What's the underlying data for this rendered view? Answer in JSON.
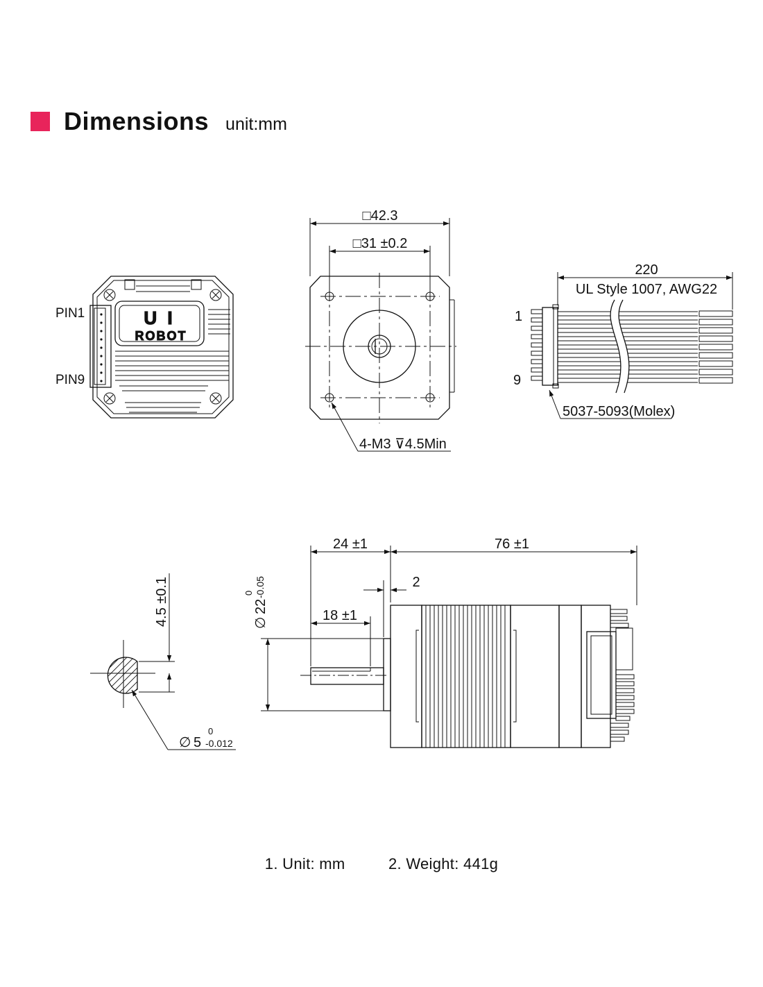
{
  "header": {
    "title": "Dimensions",
    "unit": "unit:mm",
    "accent_color": "#e8245b"
  },
  "drawing": {
    "module_view": {
      "pin_top": "PIN1",
      "pin_bottom": "PIN9",
      "logo_line1": "U I",
      "logo_line2": "ROBOT"
    },
    "front_view": {
      "outer_square": "□42.3",
      "hole_spacing": "□31 ±0.2",
      "mounting_holes": "4-M3 ⊽4.5Min"
    },
    "cable_view": {
      "length": "220",
      "cable_spec": "UL Style 1007, AWG22",
      "pin_first": "1",
      "pin_last": "9",
      "connector": "5037-5093(Molex)"
    },
    "shaft_section": {
      "flat_depth": "4.5 ±0.1",
      "diameter_symbol": "∅",
      "diameter": "5",
      "tol_upper": "0",
      "tol_lower": "-0.012"
    },
    "side_view": {
      "shaft_length": "24 ±1",
      "body_length": "76 ±1",
      "boss_height": "2",
      "flat_length": "18 ±1",
      "boss_diameter_symbol": "∅",
      "boss_diameter": "22",
      "boss_tol_upper": "0",
      "boss_tol_lower": "-0.05"
    }
  },
  "notes": {
    "note1": "1. Unit: mm",
    "note2": "2. Weight: 441g"
  }
}
